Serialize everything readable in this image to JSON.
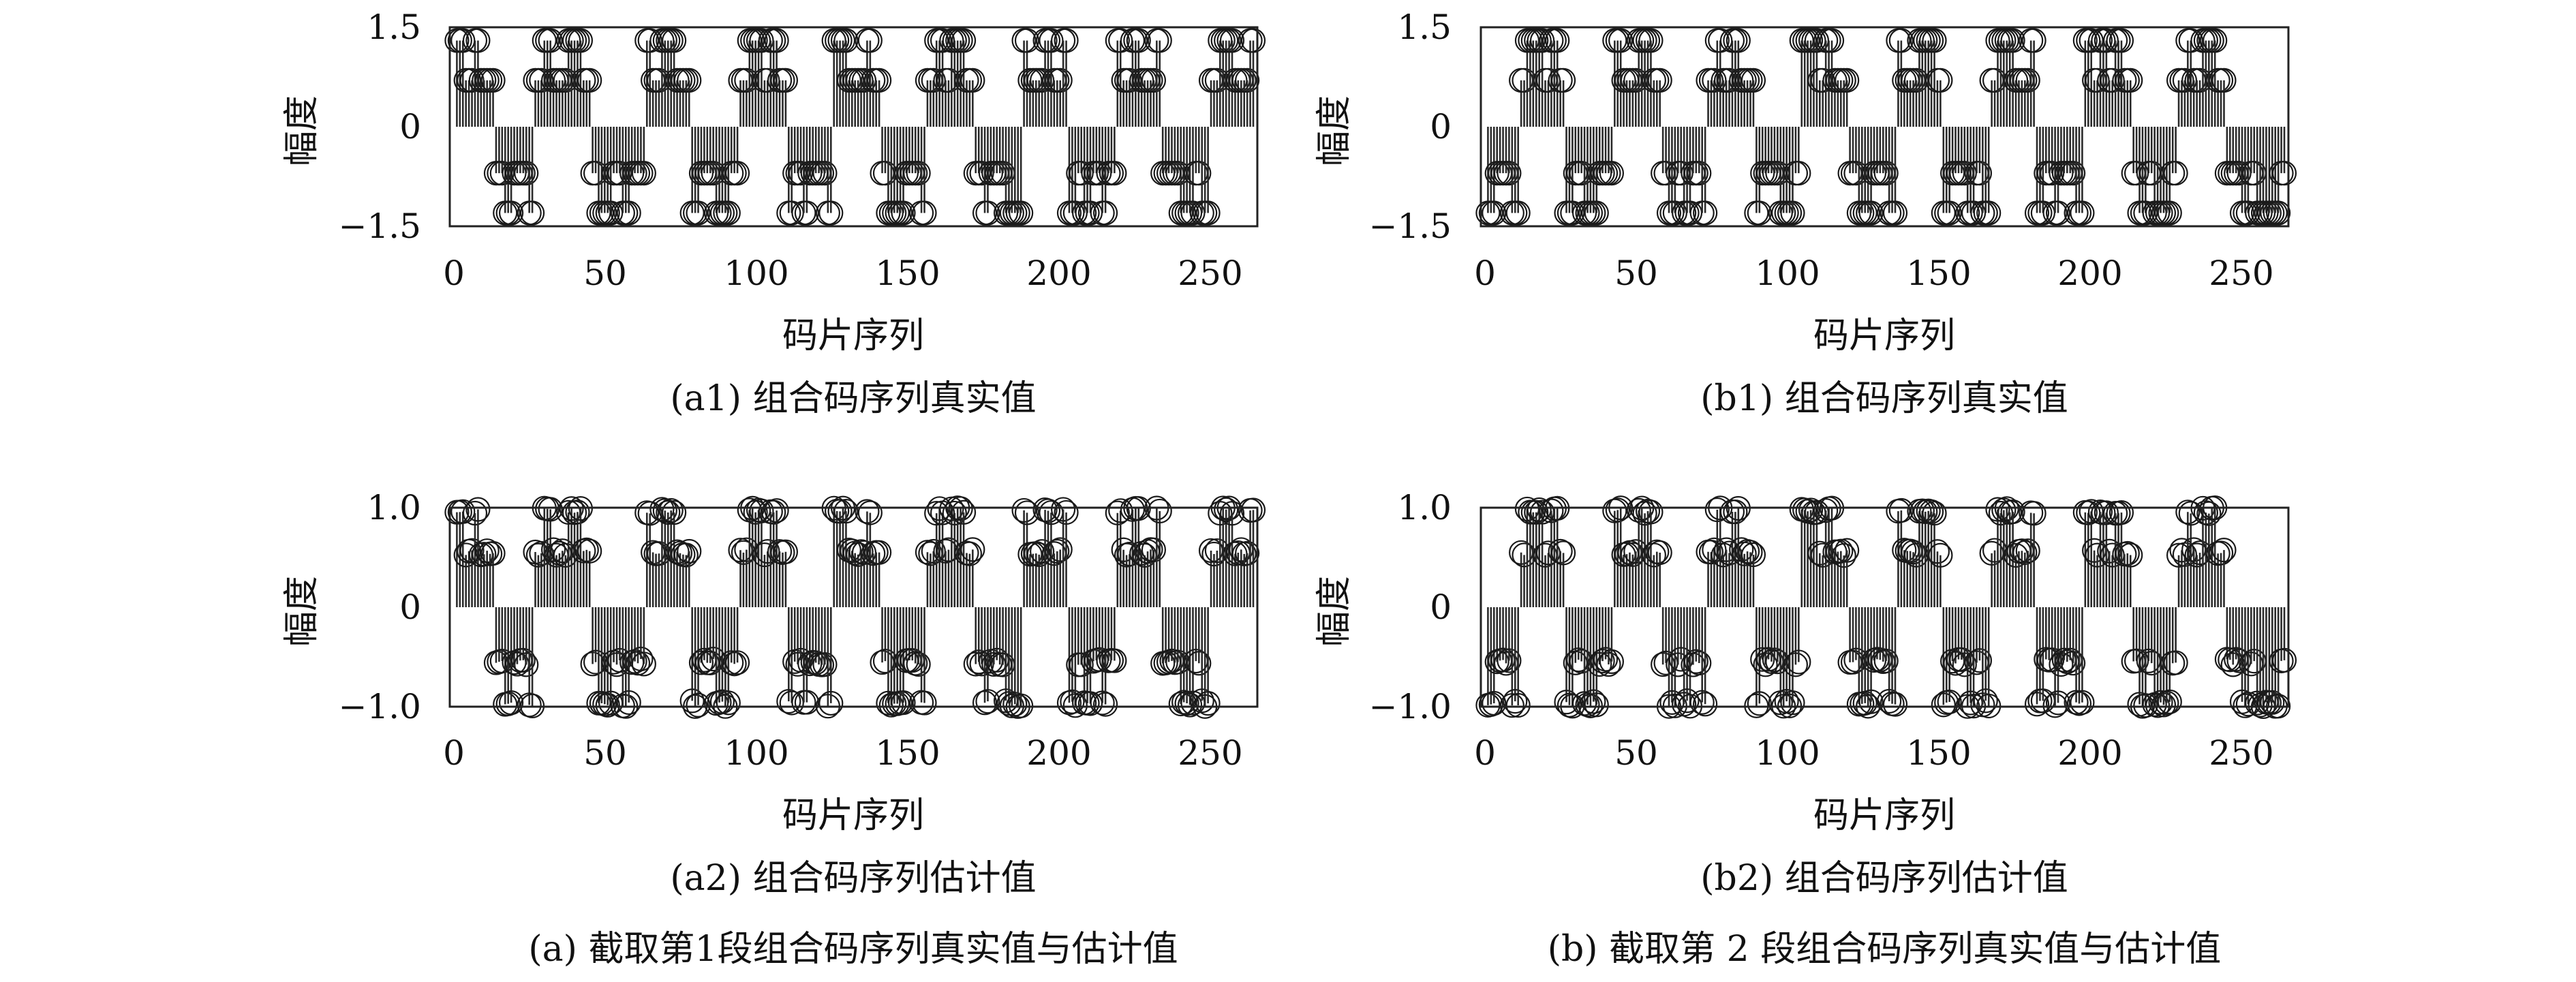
{
  "chart_data": [
    {
      "id": "a1",
      "type": "stem",
      "caption": "(a1) 组合码序列真实值",
      "xlabel": "码片序列",
      "ylabel": "幅度",
      "xlim": [
        0,
        265
      ],
      "ylim": [
        -1.5,
        1.5
      ],
      "xticks": [
        "0",
        "50",
        "100",
        "150",
        "200",
        "250"
      ],
      "yticks": [
        "1.5",
        "0",
        "−1.5"
      ],
      "ytick_values": [
        1.5,
        0,
        -1.5
      ],
      "n_points": 265,
      "levels": [
        1.3,
        0.7,
        -0.7,
        -1.3
      ],
      "level_pattern": [
        0,
        1,
        0,
        1,
        1,
        2,
        3,
        2,
        2,
        3,
        1,
        0,
        1,
        1,
        0,
        0,
        1,
        2,
        3,
        3,
        2,
        3,
        2,
        2,
        0,
        1,
        0,
        0,
        1,
        1,
        3,
        2,
        2,
        3,
        3,
        2,
        1,
        0,
        0,
        1,
        0,
        1,
        3,
        2,
        3,
        2,
        2,
        3,
        0,
        0,
        1,
        1,
        0,
        1,
        2,
        3,
        3,
        2,
        2,
        3,
        1,
        0,
        1,
        0,
        0,
        1,
        2,
        3,
        2,
        2,
        3,
        3,
        0,
        1,
        1,
        0,
        1,
        0,
        3,
        2,
        3,
        2,
        3,
        2,
        0,
        1,
        0,
        1,
        1,
        0,
        2,
        2,
        3,
        3,
        2,
        3,
        1,
        0,
        0,
        1,
        1,
        0
      ],
      "seed": 11
    },
    {
      "id": "b1",
      "type": "stem",
      "caption": "(b1) 组合码序列真实值",
      "xlabel": "码片序列",
      "ylabel": "幅度",
      "xlim": [
        0,
        265
      ],
      "ylim": [
        -1.5,
        1.5
      ],
      "xticks": [
        "0",
        "50",
        "100",
        "150",
        "200",
        "250"
      ],
      "yticks": [
        "1.5",
        "0",
        "−1.5"
      ],
      "ytick_values": [
        1.5,
        0,
        -1.5
      ],
      "n_points": 265,
      "levels": [
        1.3,
        0.7,
        -0.7,
        -1.3
      ],
      "level_pattern": [
        3,
        2,
        2,
        3,
        1,
        0,
        0,
        1,
        0,
        1,
        3,
        2,
        3,
        3,
        2,
        2,
        0,
        1,
        1,
        0,
        0,
        1,
        2,
        3,
        2,
        3,
        2,
        3,
        1,
        0,
        1,
        0,
        1,
        1,
        3,
        2,
        2,
        3,
        3,
        2,
        0,
        0,
        1,
        0,
        1,
        1,
        2,
        3,
        3,
        2,
        2,
        3,
        0,
        1,
        1,
        0,
        0,
        1,
        3,
        2,
        2,
        3,
        2,
        3,
        1,
        0,
        0,
        1,
        1,
        0,
        3,
        2,
        3,
        2,
        2,
        3,
        0,
        1,
        0,
        1,
        0,
        1,
        2,
        3,
        2,
        3,
        3,
        2,
        1,
        0,
        1,
        0,
        0,
        1,
        2,
        2,
        3,
        2,
        3,
        3
      ],
      "seed": 23
    },
    {
      "id": "a2",
      "type": "stem",
      "caption": "(a2) 组合码序列估计值",
      "xlabel": "码片序列",
      "ylabel": "幅度",
      "xlim": [
        0,
        265
      ],
      "ylim": [
        -1.0,
        1.0
      ],
      "xticks": [
        "0",
        "50",
        "100",
        "150",
        "200",
        "250"
      ],
      "yticks": [
        "1.0",
        "0",
        "−1.0"
      ],
      "ytick_values": [
        1.0,
        0,
        -1.0
      ],
      "n_points": 265,
      "levels": [
        0.97,
        0.55,
        -0.55,
        -0.97
      ],
      "level_pattern": [
        0,
        1,
        0,
        1,
        1,
        2,
        3,
        2,
        2,
        3,
        1,
        0,
        1,
        1,
        0,
        0,
        1,
        2,
        3,
        3,
        2,
        3,
        2,
        2,
        0,
        1,
        0,
        0,
        1,
        1,
        3,
        2,
        2,
        3,
        3,
        2,
        1,
        0,
        0,
        1,
        0,
        1,
        3,
        2,
        3,
        2,
        2,
        3,
        0,
        0,
        1,
        1,
        0,
        1,
        2,
        3,
        3,
        2,
        2,
        3,
        1,
        0,
        1,
        0,
        0,
        1,
        2,
        3,
        2,
        2,
        3,
        3,
        0,
        1,
        1,
        0,
        1,
        0,
        3,
        2,
        3,
        2,
        3,
        2,
        0,
        1,
        0,
        1,
        1,
        0,
        2,
        2,
        3,
        3,
        2,
        3,
        1,
        0,
        0,
        1,
        1,
        0
      ],
      "seed": 11
    },
    {
      "id": "b2",
      "type": "stem",
      "caption": "(b2) 组合码序列估计值",
      "xlabel": "码片序列",
      "ylabel": "幅度",
      "xlim": [
        0,
        265
      ],
      "ylim": [
        -1.0,
        1.0
      ],
      "xticks": [
        "0",
        "50",
        "100",
        "150",
        "200",
        "250"
      ],
      "yticks": [
        "1.0",
        "0",
        "−1.0"
      ],
      "ytick_values": [
        1.0,
        0,
        -1.0
      ],
      "n_points": 265,
      "levels": [
        0.97,
        0.55,
        -0.55,
        -0.97
      ],
      "level_pattern": [
        3,
        2,
        2,
        3,
        1,
        0,
        0,
        1,
        0,
        1,
        3,
        2,
        3,
        3,
        2,
        2,
        0,
        1,
        1,
        0,
        0,
        1,
        2,
        3,
        2,
        3,
        2,
        3,
        1,
        0,
        1,
        0,
        1,
        1,
        3,
        2,
        2,
        3,
        3,
        2,
        0,
        0,
        1,
        0,
        1,
        1,
        2,
        3,
        3,
        2,
        2,
        3,
        0,
        1,
        1,
        0,
        0,
        1,
        3,
        2,
        2,
        3,
        2,
        3,
        1,
        0,
        0,
        1,
        1,
        0,
        3,
        2,
        3,
        2,
        2,
        3,
        0,
        1,
        0,
        1,
        0,
        1,
        2,
        3,
        2,
        3,
        3,
        2,
        1,
        0,
        1,
        0,
        0,
        1,
        2,
        2,
        3,
        2,
        3,
        3
      ],
      "seed": 23
    }
  ],
  "group_captions": {
    "a": "(a) 截取第1段组合码序列真实值与估计值",
    "b": "(b) 截取第 2 段组合码序列真实值与估计值"
  }
}
